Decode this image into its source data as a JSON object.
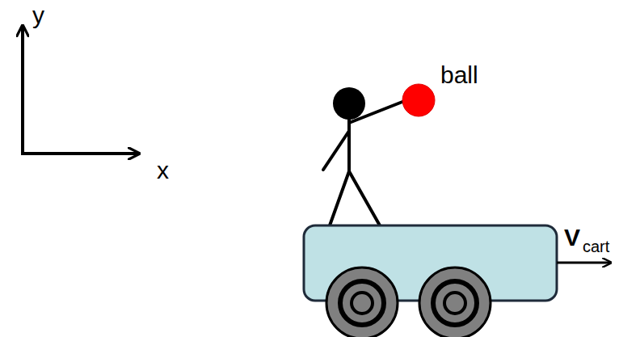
{
  "diagram": {
    "labels": [
      "y",
      "x",
      "ball",
      "V",
      "cart"
    ]
  }
}
